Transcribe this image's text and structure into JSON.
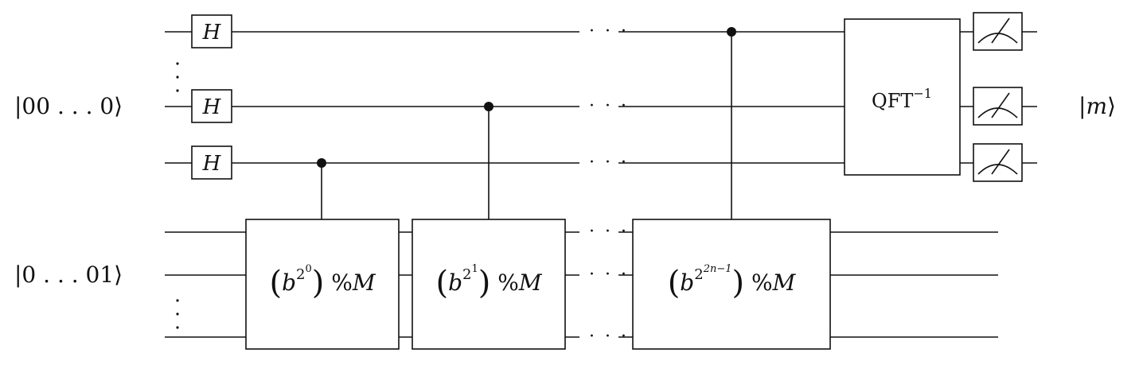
{
  "labels": {
    "top_register": "|00 . . . 0⟩",
    "bottom_register": "|0 . . . 01⟩",
    "output_prefix": "|",
    "output_var": "m",
    "output_suffix": "⟩"
  },
  "gates": {
    "hadamard": "H",
    "qft_base": "QFT",
    "qft_exp": "−1"
  },
  "mod_exp": [
    {
      "base": "b",
      "exp_base": "2",
      "exp_exp": "0",
      "mod_var": "M"
    },
    {
      "base": "b",
      "exp_base": "2",
      "exp_exp": "1",
      "mod_var": "M"
    },
    {
      "base": "b",
      "exp_base": "2",
      "exp_exp": "2n−1",
      "mod_var": "M"
    }
  ],
  "mod_symbol": "%",
  "ellipsis": "· · ·",
  "vdots": "⋮"
}
